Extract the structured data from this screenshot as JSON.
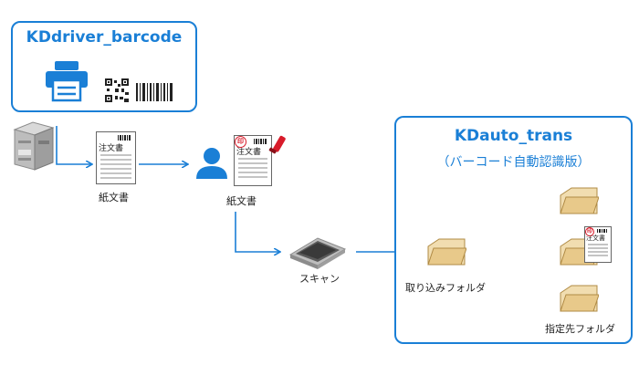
{
  "driver_box": {
    "title": "KDdriver_barcode"
  },
  "auto_box": {
    "title": "KDauto_trans",
    "subtitle": "（バーコード自動認識版）"
  },
  "doc": {
    "header": "注文書",
    "stamp": "印"
  },
  "labels": {
    "paper_doc_1": "紙文書",
    "paper_doc_2": "紙文書",
    "scan": "スキャン",
    "import_folder": "取り込みフォルダ",
    "dest_folder": "指定先フォルダ"
  },
  "colors": {
    "accent": "#1a7fd6",
    "folder": "#e8c98a",
    "stamp": "#d81b2a"
  }
}
